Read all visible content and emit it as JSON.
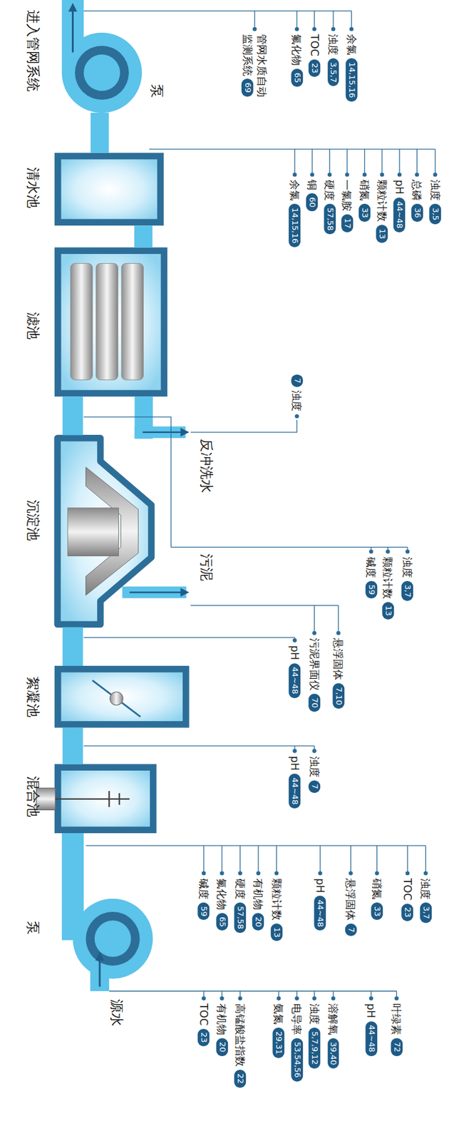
{
  "diagram": {
    "nodes": [
      {
        "text": [
          "泵"
        ]
      },
      {
        "text": [
          "混合池"
        ]
      },
      {
        "text": [
          "絮凝池"
        ]
      },
      {
        "text": [
          "沉淀池"
        ]
      },
      {
        "text": [
          "滤池"
        ]
      },
      {
        "text": [
          "清水池"
        ]
      },
      {
        "text": [
          "泵"
        ]
      }
    ],
    "edges": [
      {
        "from": 0,
        "to": 1,
        "arrow": "none"
      },
      {
        "from": 1,
        "to": 2,
        "arrow": "none"
      },
      {
        "from": 2,
        "to": 3,
        "arrow": "none"
      },
      {
        "from": 3,
        "to": 4,
        "arrow": "none"
      },
      {
        "from": 4,
        "to": 5,
        "arrow": "none"
      },
      {
        "from": 5,
        "to": 6,
        "arrow": "none"
      }
    ],
    "labels": [
      "进入管网系统",
      "源水",
      "污泥",
      "反冲洗水",
      "管网水质自动 监测系统",
      "69",
      "氟化物",
      "65",
      "TOC",
      "23",
      "浊度",
      "3,5,7",
      "余氯",
      "14,15,16",
      "余氯",
      "14,15,16",
      "铜",
      "60",
      "硬度",
      "57,58",
      "一氯胺",
      "17",
      "硝氮",
      "33",
      "颗粒计数",
      "13",
      "pH",
      "44~48",
      "总磷",
      "36",
      "浊度",
      "3,5",
      "浊度",
      "7",
      "碱度",
      "59",
      "颗粒计数",
      "13",
      "浊度",
      "3,7",
      "pH",
      "44~48",
      "污泥界面仪",
      "70",
      "悬浮固体",
      "7,10",
      "pH",
      "44~48",
      "浊度",
      "7",
      "碱度",
      "59",
      "氟化物",
      "65",
      "硬度",
      "57,58",
      "有机物",
      "20",
      "颗粒计数",
      "13",
      "pH",
      "44~48",
      "悬浮固体",
      "7",
      "硝氮",
      "33",
      "TOC",
      "23",
      "浊度",
      "3,7",
      "TOC",
      "23",
      "有机物",
      "20",
      "高锰酸盐指数",
      "22",
      "氨氮",
      "29,31",
      "电导率",
      "53,54,56",
      "浊度",
      "5,7,9,12",
      "溶解氧",
      "39,40",
      "pH",
      "44~48",
      "叶绿素",
      "72"
    ]
  }
}
